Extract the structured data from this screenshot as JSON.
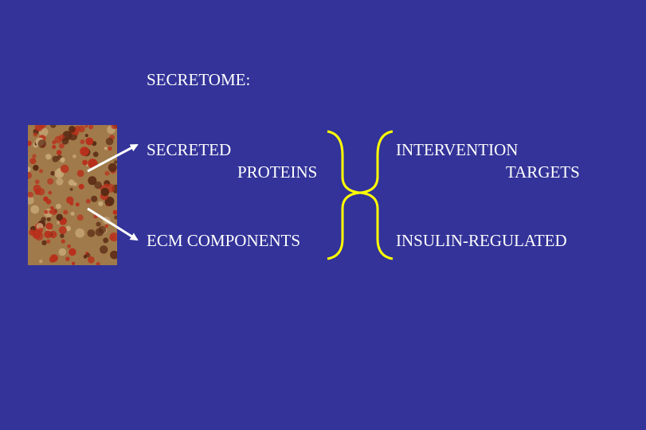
{
  "slide": {
    "title": "SECRETOME:",
    "left_column": {
      "item1_line1": "SECRETED",
      "item1_line2": "PROTEINS",
      "item2": "ECM COMPONENTS"
    },
    "right_column": {
      "item1_line1": "INTERVENTION",
      "item1_line2": "TARGETS",
      "item2": "INSULIN-REGULATED"
    },
    "image": {
      "description_icon": "microscopy-image-icon"
    }
  },
  "colors": {
    "background": "#333399",
    "text": "#ffffff",
    "brace": "#ffff00",
    "arrow": "#ffffff",
    "cell_red": "#b8301c",
    "cell_dark": "#5a2a14",
    "tissue": "#a07a4a"
  }
}
